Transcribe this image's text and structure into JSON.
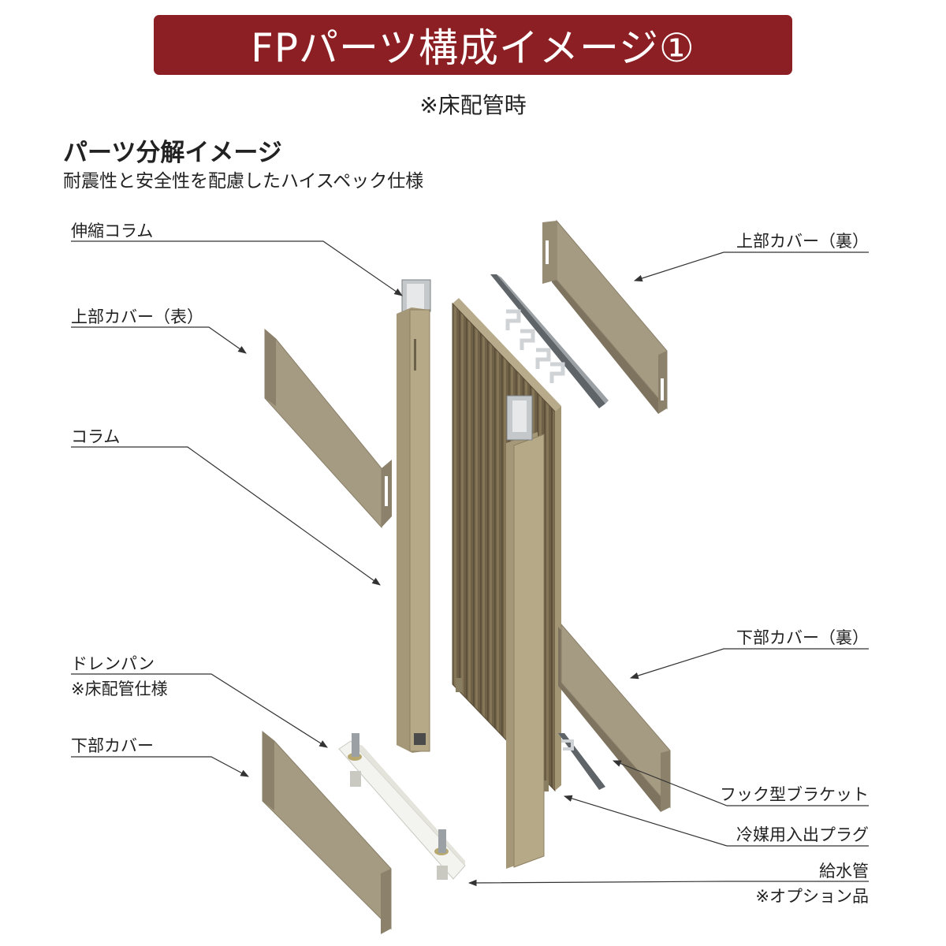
{
  "title": "FPパーツ構成イメージ①",
  "subnote": "※床配管時",
  "heading": "パーツ分解イメージ",
  "subheading": "耐震性と安全性を配慮したハイスペック仕様",
  "labels": {
    "telescopic_column": "伸縮コラム",
    "top_cover_front": "上部カバー（表）",
    "column": "コラム",
    "drain_pan": "ドレンパン",
    "drain_pan_note": "※床配管仕様",
    "bottom_cover": "下部カバー",
    "top_cover_back": "上部カバー（裏）",
    "bottom_cover_back": "下部カバー（裏）",
    "hook_bracket": "フック型ブラケット",
    "refrigerant_plug": "冷媒用入出プラグ",
    "water_supply_pipe": "給水管",
    "option_note": "※オプション品"
  },
  "colors": {
    "banner": "#8c1f23",
    "cover": "#a59a82",
    "panel": "#7b6c50",
    "column": "#a59878",
    "steel": "#9aa0a4"
  }
}
